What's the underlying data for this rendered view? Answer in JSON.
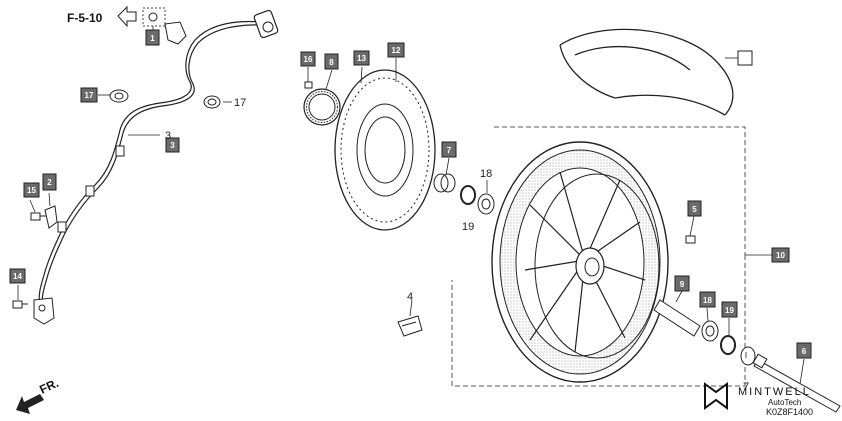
{
  "diagram": {
    "reference": "F-5-10",
    "front_label": "FR.",
    "callouts": {
      "p1": "1",
      "p2": "2",
      "p3_text": "3",
      "p3_box": "3",
      "p4": "4",
      "p5": "5",
      "p6": "6",
      "p7": "7",
      "p7_text": "7",
      "p8": "8",
      "p9": "9",
      "p10": "10",
      "p12": "12",
      "p13": "13",
      "p14": "14",
      "p15": "15",
      "p16": "16",
      "p17_box": "17",
      "p17_text": "17",
      "p18_text": "18",
      "p18_box": "18",
      "p19_text": "19",
      "p19_box": "19"
    },
    "watermark": {
      "brand": "MINTWELL",
      "sub": "AutoTech",
      "code": "K0Z8F1400"
    }
  },
  "colors": {
    "badge": "#6b6b6b",
    "line": "#222222",
    "dash": "#555555"
  }
}
